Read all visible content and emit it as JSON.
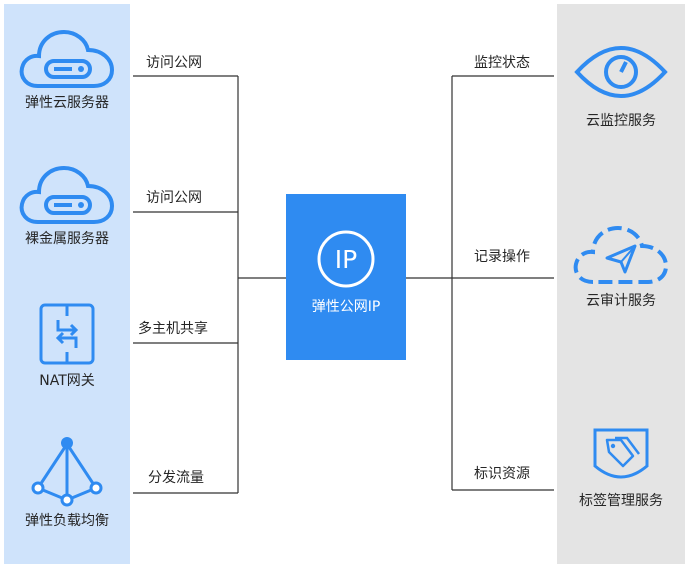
{
  "left_services": [
    {
      "label": "弹性云服务器",
      "icon": "cloud-server-icon",
      "link_label": "访问公网"
    },
    {
      "label": "裸金属服务器",
      "icon": "cloud-server-icon",
      "link_label": "访问公网"
    },
    {
      "label": "NAT网关",
      "icon": "nat-gateway-icon",
      "link_label": "多主机共享"
    },
    {
      "label": "弹性负载均衡",
      "icon": "load-balancer-icon",
      "link_label": "分发流量"
    }
  ],
  "center": {
    "label": "弹性公网IP",
    "icon": "ip-icon",
    "icon_text": "IP"
  },
  "right_services": [
    {
      "label": "云监控服务",
      "icon": "eye-icon",
      "link_label": "监控状态"
    },
    {
      "label": "云审计服务",
      "icon": "cloud-trace-icon",
      "link_label": "记录操作"
    },
    {
      "label": "标签管理服务",
      "icon": "tag-icon",
      "link_label": "标识资源"
    }
  ],
  "colors": {
    "left_panel": "#cfe3fb",
    "right_panel": "#e4e4e4",
    "icon_blue": "#2f8bf1",
    "center_box": "#2f8bf1",
    "line": "#333333"
  }
}
